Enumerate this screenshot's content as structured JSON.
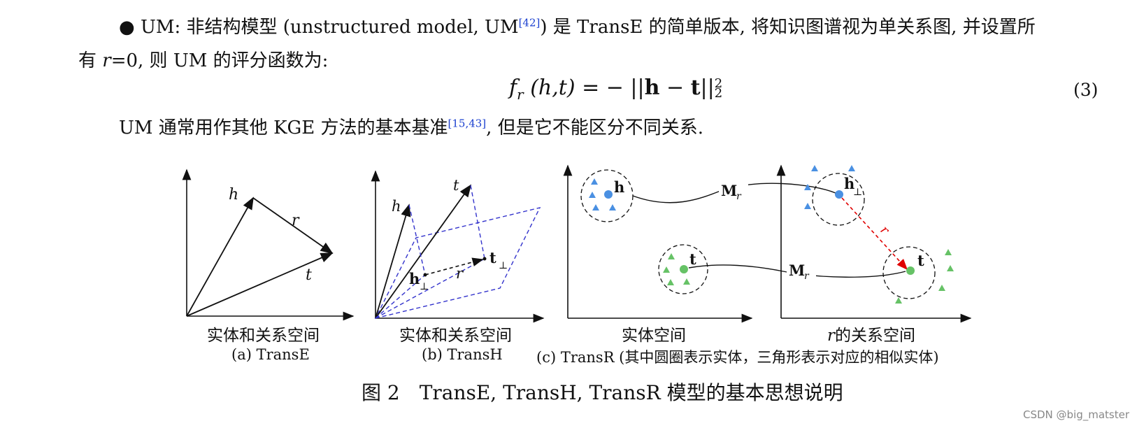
{
  "text": {
    "para1_bullet": "● UM: 非结构模型 (unstructured model, UM",
    "para1_cite": "[42]",
    "para1_rest": ") 是 TransE 的简单版本, 将知识图谱视为单关系图, 并设置所",
    "para2_pre": "有 ",
    "para2_r": "r",
    "para2_rest": "=0, 则 UM 的评分函数为:",
    "eq_f": "f",
    "eq_sub": "r",
    "eq_args": " (h,t) = − ||",
    "eq_h": "h",
    "eq_minus": " − ",
    "eq_t": "t",
    "eq_close": "||",
    "eq_sup": "2",
    "eq_sub2": "2",
    "eq_number": "(3)",
    "para3_pre": "UM 通常用作其他 KGE 方法的基本基准",
    "para3_cite": "[15,43]",
    "para3_rest": ", 但是它不能区分不同关系."
  },
  "figure": {
    "a": {
      "h": "h",
      "r": "r",
      "t": "t",
      "axis": "实体和关系空间",
      "caption": "(a) TransE"
    },
    "b": {
      "h": "h",
      "t": "t",
      "r": "r",
      "hperp": "h",
      "tperp": "t",
      "perp": "⊥",
      "axis": "实体和关系空间",
      "caption": "(b) TransH"
    },
    "c": {
      "h": "h",
      "t": "t",
      "M": "M",
      "Msub": "r",
      "r": "r",
      "hperp": "h",
      "tperp": "t",
      "perp": "⊥",
      "axis_left": "实体空间",
      "axis_right_r": "r",
      "axis_right": "的关系空间",
      "caption": "(c) TransR (其中圆圈表示实体，三角形表示对应的相似实体)"
    },
    "colors": {
      "head": "#4a90e2",
      "tail": "#66c266",
      "plane": "#3333cc",
      "relation_red": "#e00000"
    }
  },
  "figure_caption": "图 2　TransE, TransH, TransR 模型的基本思想说明",
  "watermark": "CSDN @big_matster"
}
